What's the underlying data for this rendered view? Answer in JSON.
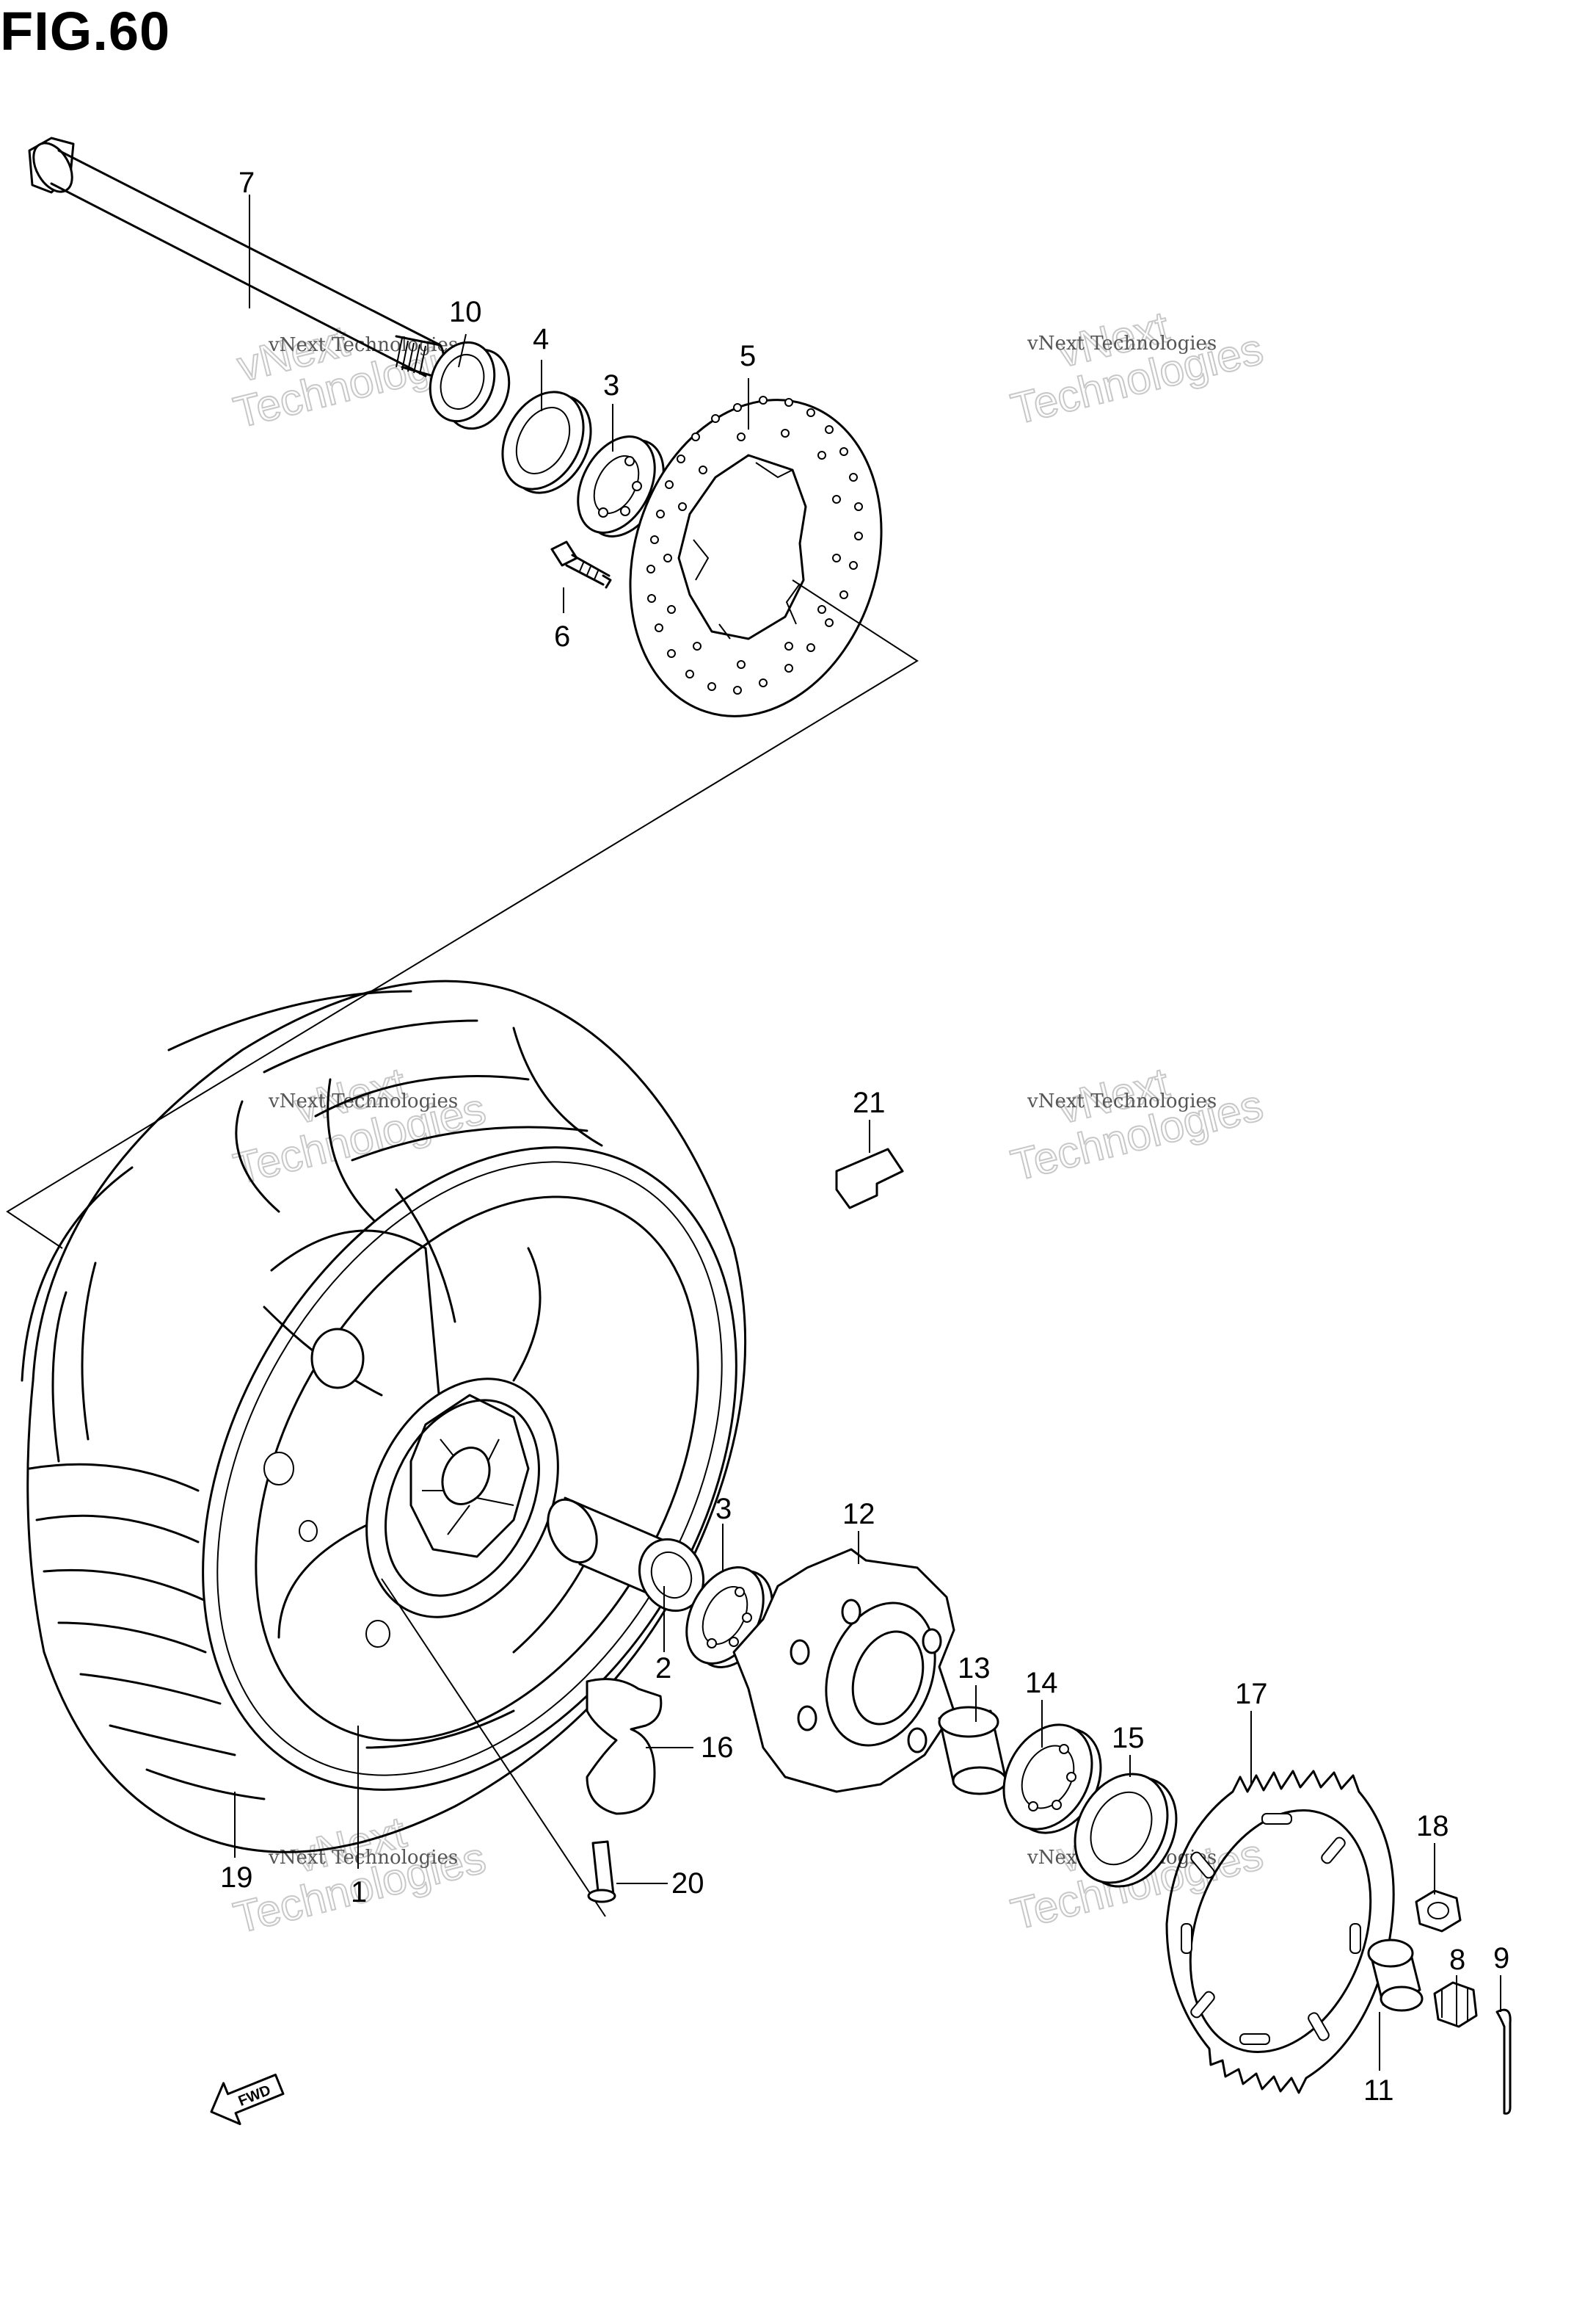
{
  "figure": {
    "title": "FIG.60"
  },
  "callouts": [
    "1",
    "2",
    "3",
    "3",
    "4",
    "5",
    "6",
    "7",
    "8",
    "9",
    "10",
    "11",
    "12",
    "13",
    "14",
    "15",
    "16",
    "17",
    "18",
    "19",
    "20",
    "21"
  ],
  "watermark": {
    "line1": "vNext Technologies",
    "line2": "vNext",
    "line3": "Technologies"
  },
  "fwd_label": "FWD"
}
